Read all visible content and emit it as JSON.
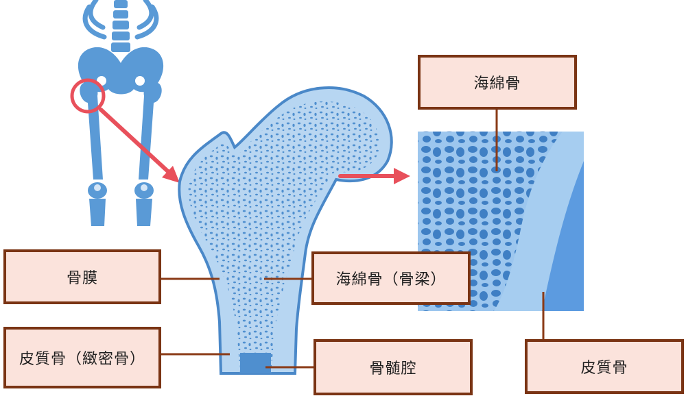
{
  "labels": {
    "spongy_bone": "海綿骨",
    "periosteum": "骨膜",
    "spongy_bone_trabecula": "海綿骨（骨梁）",
    "cortical_bone_compact": "皮質骨（緻密骨）",
    "marrow_cavity": "骨髄腔",
    "cortical_bone": "皮質骨"
  },
  "colors": {
    "bone_blue": "#5a9ad6",
    "bone_light": "#b7d6f2",
    "bone_outline": "#4a88c8",
    "arrow_red": "#e8505b",
    "label_fill": "#fbe3dc",
    "label_border": "#7a3414",
    "leader_line": "#8a3a16"
  }
}
